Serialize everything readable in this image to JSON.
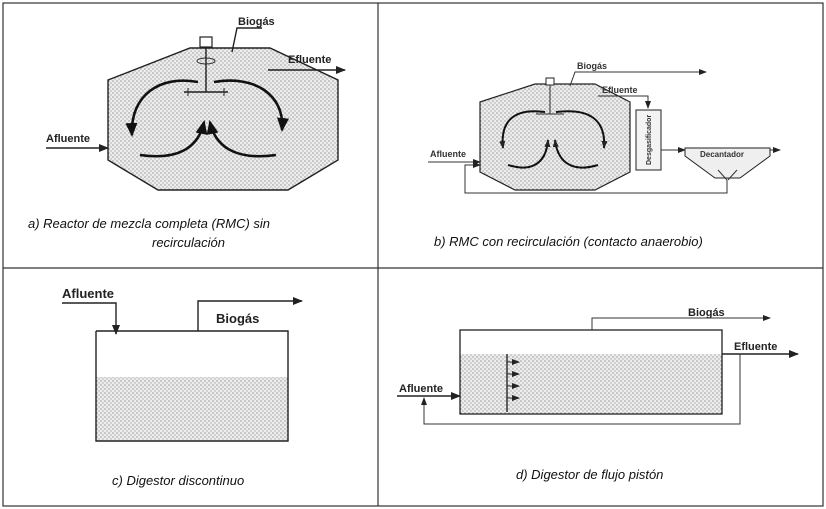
{
  "panels": {
    "a": {
      "biogas": "Biogás",
      "effluent": "Efluente",
      "influent": "Afluente",
      "caption_line1": "a)    Reactor de mezcla completa (RMC) sin",
      "caption_line2": "recirculación"
    },
    "b": {
      "biogas": "Biogás",
      "effluent": "Efluente",
      "influent": "Afluente",
      "degasifier": "Desgasificador",
      "decanter": "Decantador",
      "caption": "b)    RMC con recirculación (contacto anaerobio)"
    },
    "c": {
      "influent": "Afluente",
      "biogas": "Biogás",
      "caption": "c)    Digestor discontinuo"
    },
    "d": {
      "biogas": "Biogás",
      "effluent": "Efluente",
      "influent": "Afluente",
      "caption": "d)    Digestor de flujo pistón"
    }
  },
  "colors": {
    "line": "#222222",
    "fill_tank": "#eaeaea",
    "dots": "#9a9a9a"
  }
}
